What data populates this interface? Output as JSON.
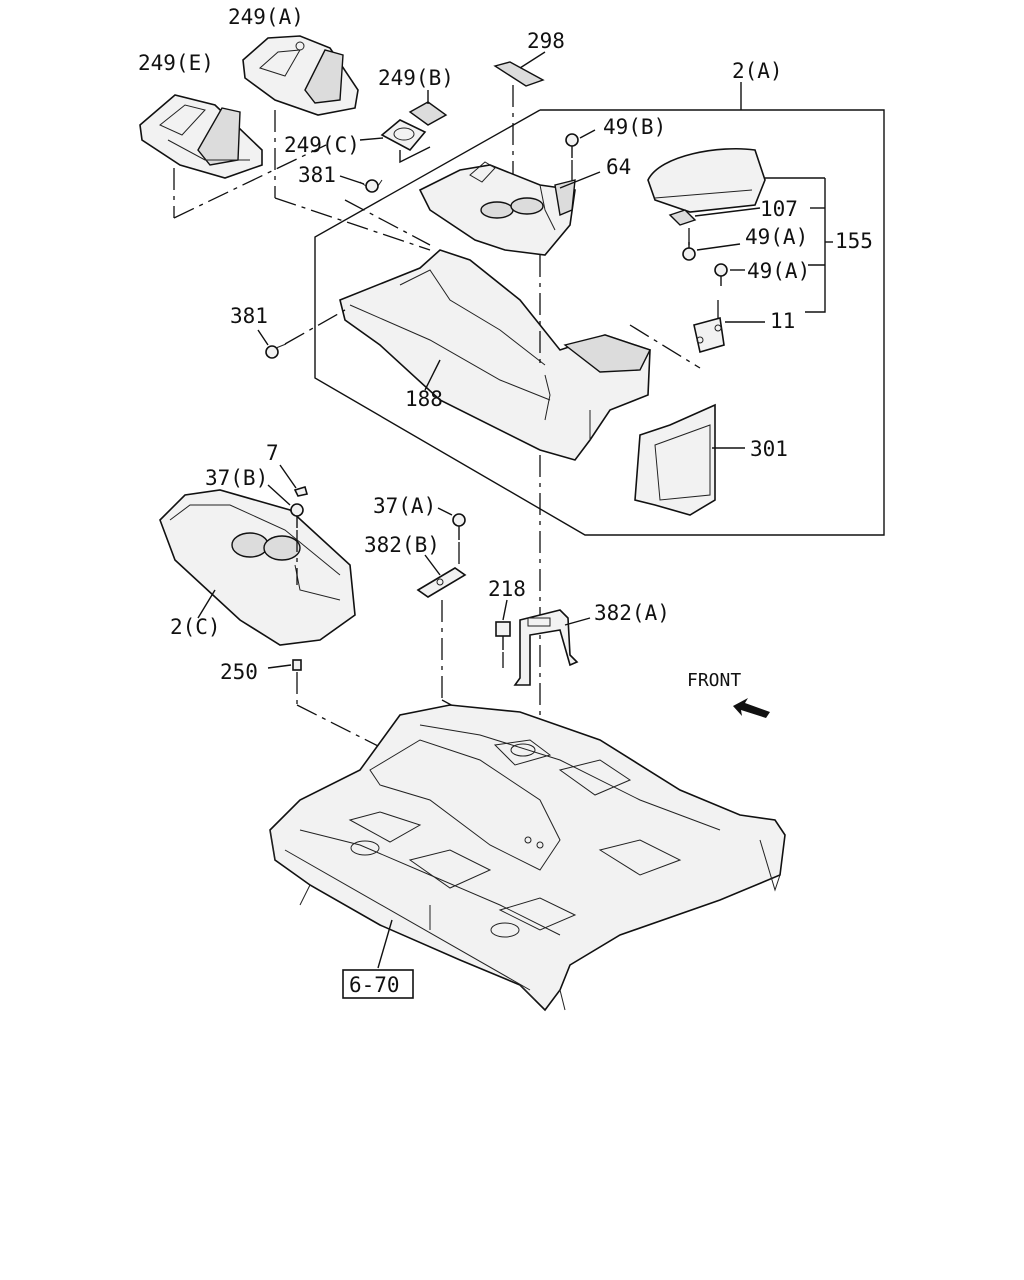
{
  "labels": {
    "l_249A": "249(A)",
    "l_249E": "249(E)",
    "l_298": "298",
    "l_2A": "2(A)",
    "l_249B": "249(B)",
    "l_49B": "49(B)",
    "l_249C": "249(C)",
    "l_64": "64",
    "l_381a": "381",
    "l_107": "107",
    "l_49A1": "49(A)",
    "l_155": "155",
    "l_49A2": "49(A)",
    "l_381b": "381",
    "l_11": "11",
    "l_188": "188",
    "l_301": "301",
    "l_7": "7",
    "l_37B": "37(B)",
    "l_37A": "37(A)",
    "l_382B": "382(B)",
    "l_218": "218",
    "l_382A": "382(A)",
    "l_2C": "2(C)",
    "l_250": "250",
    "l_front": "FRONT",
    "l_670": "6-70"
  }
}
